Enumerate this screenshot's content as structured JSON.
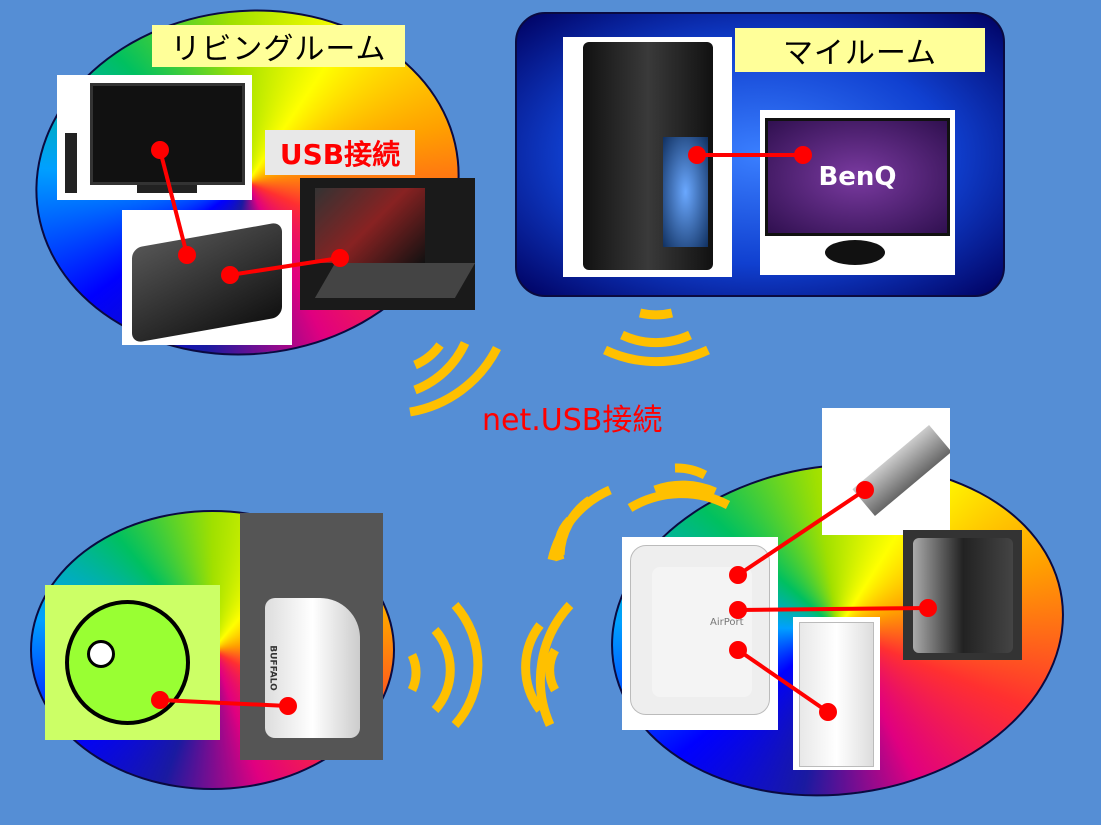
{
  "living_room": {
    "label": "リビングルーム",
    "usb_label": "USB接続"
  },
  "my_room": {
    "label": "マイルーム",
    "monitor_brand": "BenQ"
  },
  "center": {
    "connection_label": "net.USB接続"
  },
  "devices": {
    "airport_brand": "AirPort",
    "router_brand": "BUFFALO"
  },
  "colors": {
    "background": "#558ed5",
    "line": "#ff0000",
    "wifi": "#ffc000",
    "label_bg": "#ffff99"
  }
}
